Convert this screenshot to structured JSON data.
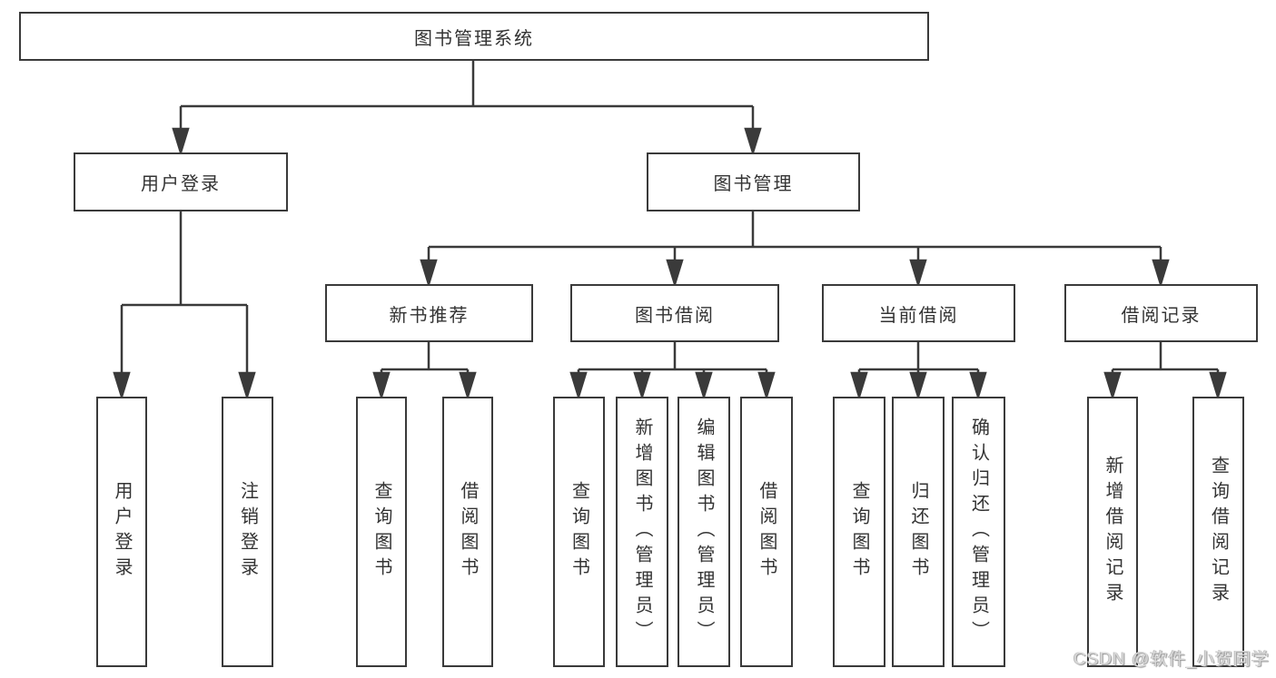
{
  "nodes": {
    "root": {
      "label": "图书管理系统"
    },
    "level2": [
      {
        "label": "用户登录"
      },
      {
        "label": "图书管理"
      }
    ],
    "level3": [
      {
        "label": "新书推荐",
        "parent": "图书管理"
      },
      {
        "label": "图书借阅",
        "parent": "图书管理"
      },
      {
        "label": "当前借阅",
        "parent": "图书管理"
      },
      {
        "label": "借阅记录",
        "parent": "图书管理"
      }
    ],
    "leaves": [
      {
        "label": "用户登录",
        "parent": "用户登录"
      },
      {
        "label": "注销登录",
        "parent": "用户登录"
      },
      {
        "label": "查询图书",
        "parent": "新书推荐"
      },
      {
        "label": "借阅图书",
        "parent": "新书推荐"
      },
      {
        "label": "查询图书",
        "parent": "图书借阅"
      },
      {
        "label": "新增图书（管理员）",
        "parent": "图书借阅"
      },
      {
        "label": "编辑图书（管理员）",
        "parent": "图书借阅"
      },
      {
        "label": "借阅图书",
        "parent": "图书借阅"
      },
      {
        "label": "查询图书",
        "parent": "当前借阅"
      },
      {
        "label": "归还图书",
        "parent": "当前借阅"
      },
      {
        "label": "确认归还（管理员）",
        "parent": "当前借阅"
      },
      {
        "label": "新增借阅记录",
        "parent": "借阅记录"
      },
      {
        "label": "查询借阅记录",
        "parent": "借阅记录"
      }
    ]
  },
  "watermark": {
    "text": "CSDN @软件_小贺同学"
  },
  "colors": {
    "line": "#3a3a3a",
    "text": "#333333",
    "background": "#ffffff",
    "watermark": "#d9d9d9"
  }
}
